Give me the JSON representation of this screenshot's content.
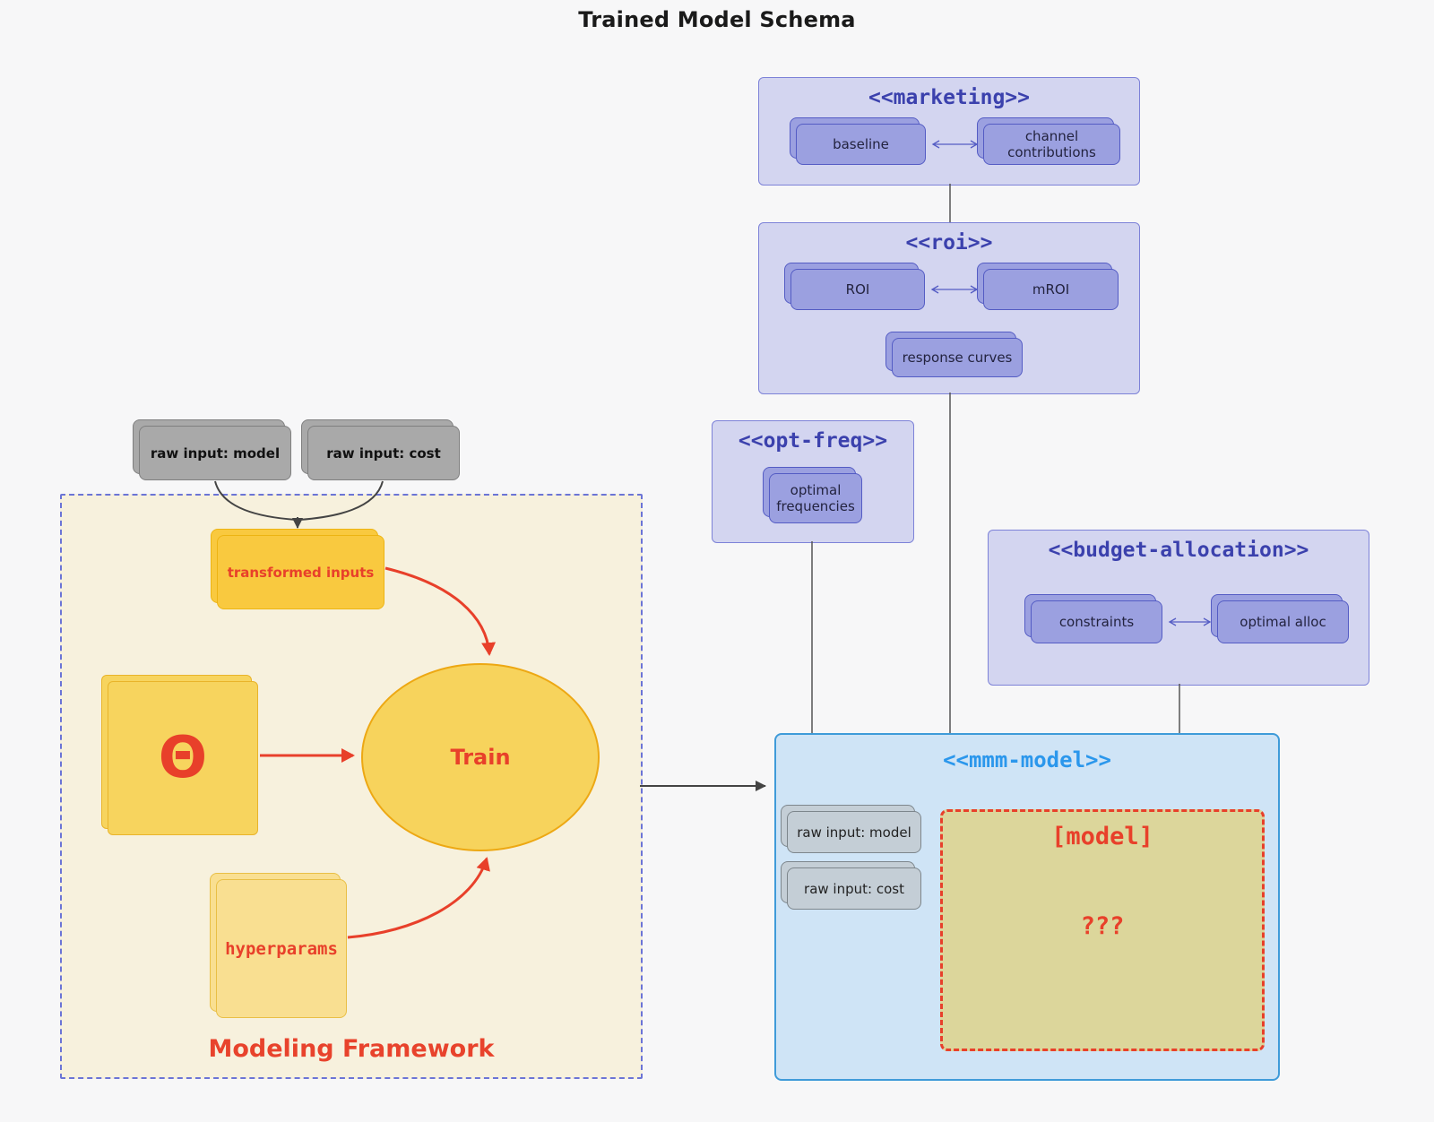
{
  "title": "Trained Model Schema",
  "colors": {
    "page_bg": "#f7f7f8",
    "cluster_fill": "#d3d5f0",
    "cluster_border": "#7d82d8",
    "cluster_title_text": "#3b41ad",
    "node_fill": "#9ba0e0",
    "node_border": "#545cc4",
    "node_text": "#23233f",
    "gray_node_fill": "#a9a9a9",
    "mmm_fill": "#cfe4f6",
    "mmm_border": "#3f9bd9",
    "mmm_title_text": "#2b97ec",
    "mmm_gray_node_fill": "#c4ced6",
    "model_box_fill": "#dcd69b",
    "red_accent": "#e8402a",
    "framework_fill": "#f7f1dd",
    "framework_border": "#6b74d6",
    "gold_fill": "#f9c93f",
    "theta_fill": "#f7d45e",
    "pale_gold_fill": "#f9df91",
    "train_fill": "#f7d35c",
    "train_border": "#eda813",
    "black_arrow": "#444444",
    "gray_line": "#555555"
  },
  "external_inputs": {
    "raw_input_model": "raw input: model",
    "raw_input_cost": "raw input: cost"
  },
  "clusters": {
    "marketing": {
      "title": "<<marketing>>",
      "nodes": {
        "baseline": "baseline",
        "channel_contributions": "channel contributions"
      }
    },
    "roi": {
      "title": "<<roi>>",
      "nodes": {
        "roi": "ROI",
        "mroi": "mROI",
        "response_curves": "response curves"
      }
    },
    "opt_freq": {
      "title": "<<opt-freq>>",
      "nodes": {
        "optimal_frequencies": "optimal frequencies"
      }
    },
    "budget_allocation": {
      "title": "<<budget-allocation>>",
      "nodes": {
        "constraints": "constraints",
        "optimal_alloc": "optimal alloc"
      }
    },
    "mmm_model": {
      "title": "<<mmm-model>>",
      "nodes": {
        "raw_input_model": "raw input: model",
        "raw_input_cost": "raw input: cost"
      },
      "model_box": {
        "title": "[model]",
        "placeholder": "???"
      }
    },
    "modeling_framework": {
      "label": "Modeling Framework",
      "nodes": {
        "transformed_inputs": "transformed inputs",
        "theta": "Θ",
        "train": "Train",
        "hyperparams": "hyperparams"
      }
    }
  }
}
